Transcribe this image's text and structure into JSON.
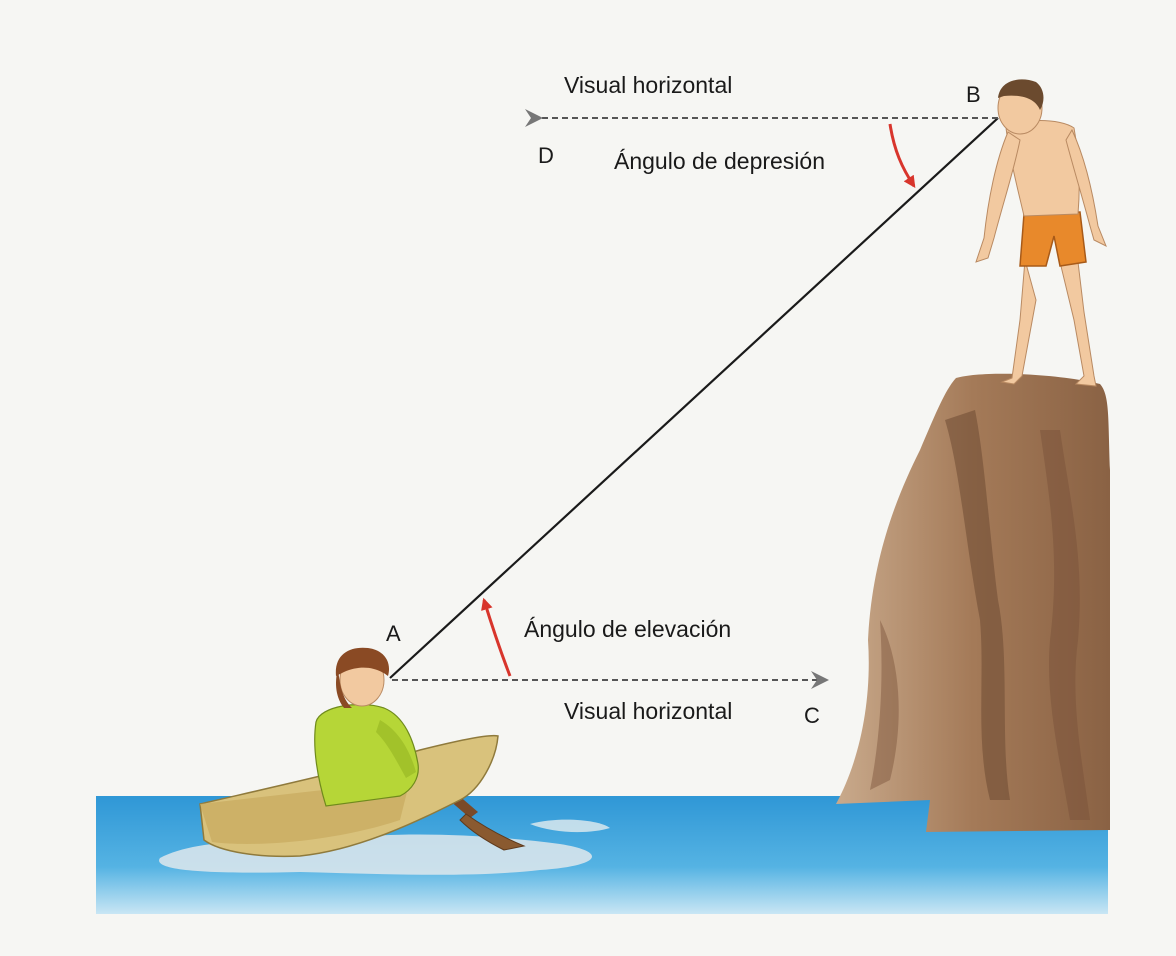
{
  "labels": {
    "point_a": "A",
    "point_b": "B",
    "point_c": "C",
    "point_d": "D",
    "visual_top": "Visual horizontal",
    "visual_bottom": "Visual horizontal",
    "angle_depression": "Ángulo de depresión",
    "angle_elevation": "Ángulo de elevación"
  },
  "colors": {
    "background": "#f6f6f3",
    "water": "#3fa3d9",
    "rock": "#a57c5a",
    "angle_arrow": "#d8352c",
    "line": "#1a1a1a",
    "shirt": "#b6d637",
    "shorts": "#e8892b",
    "boat": "#d9c27c"
  }
}
